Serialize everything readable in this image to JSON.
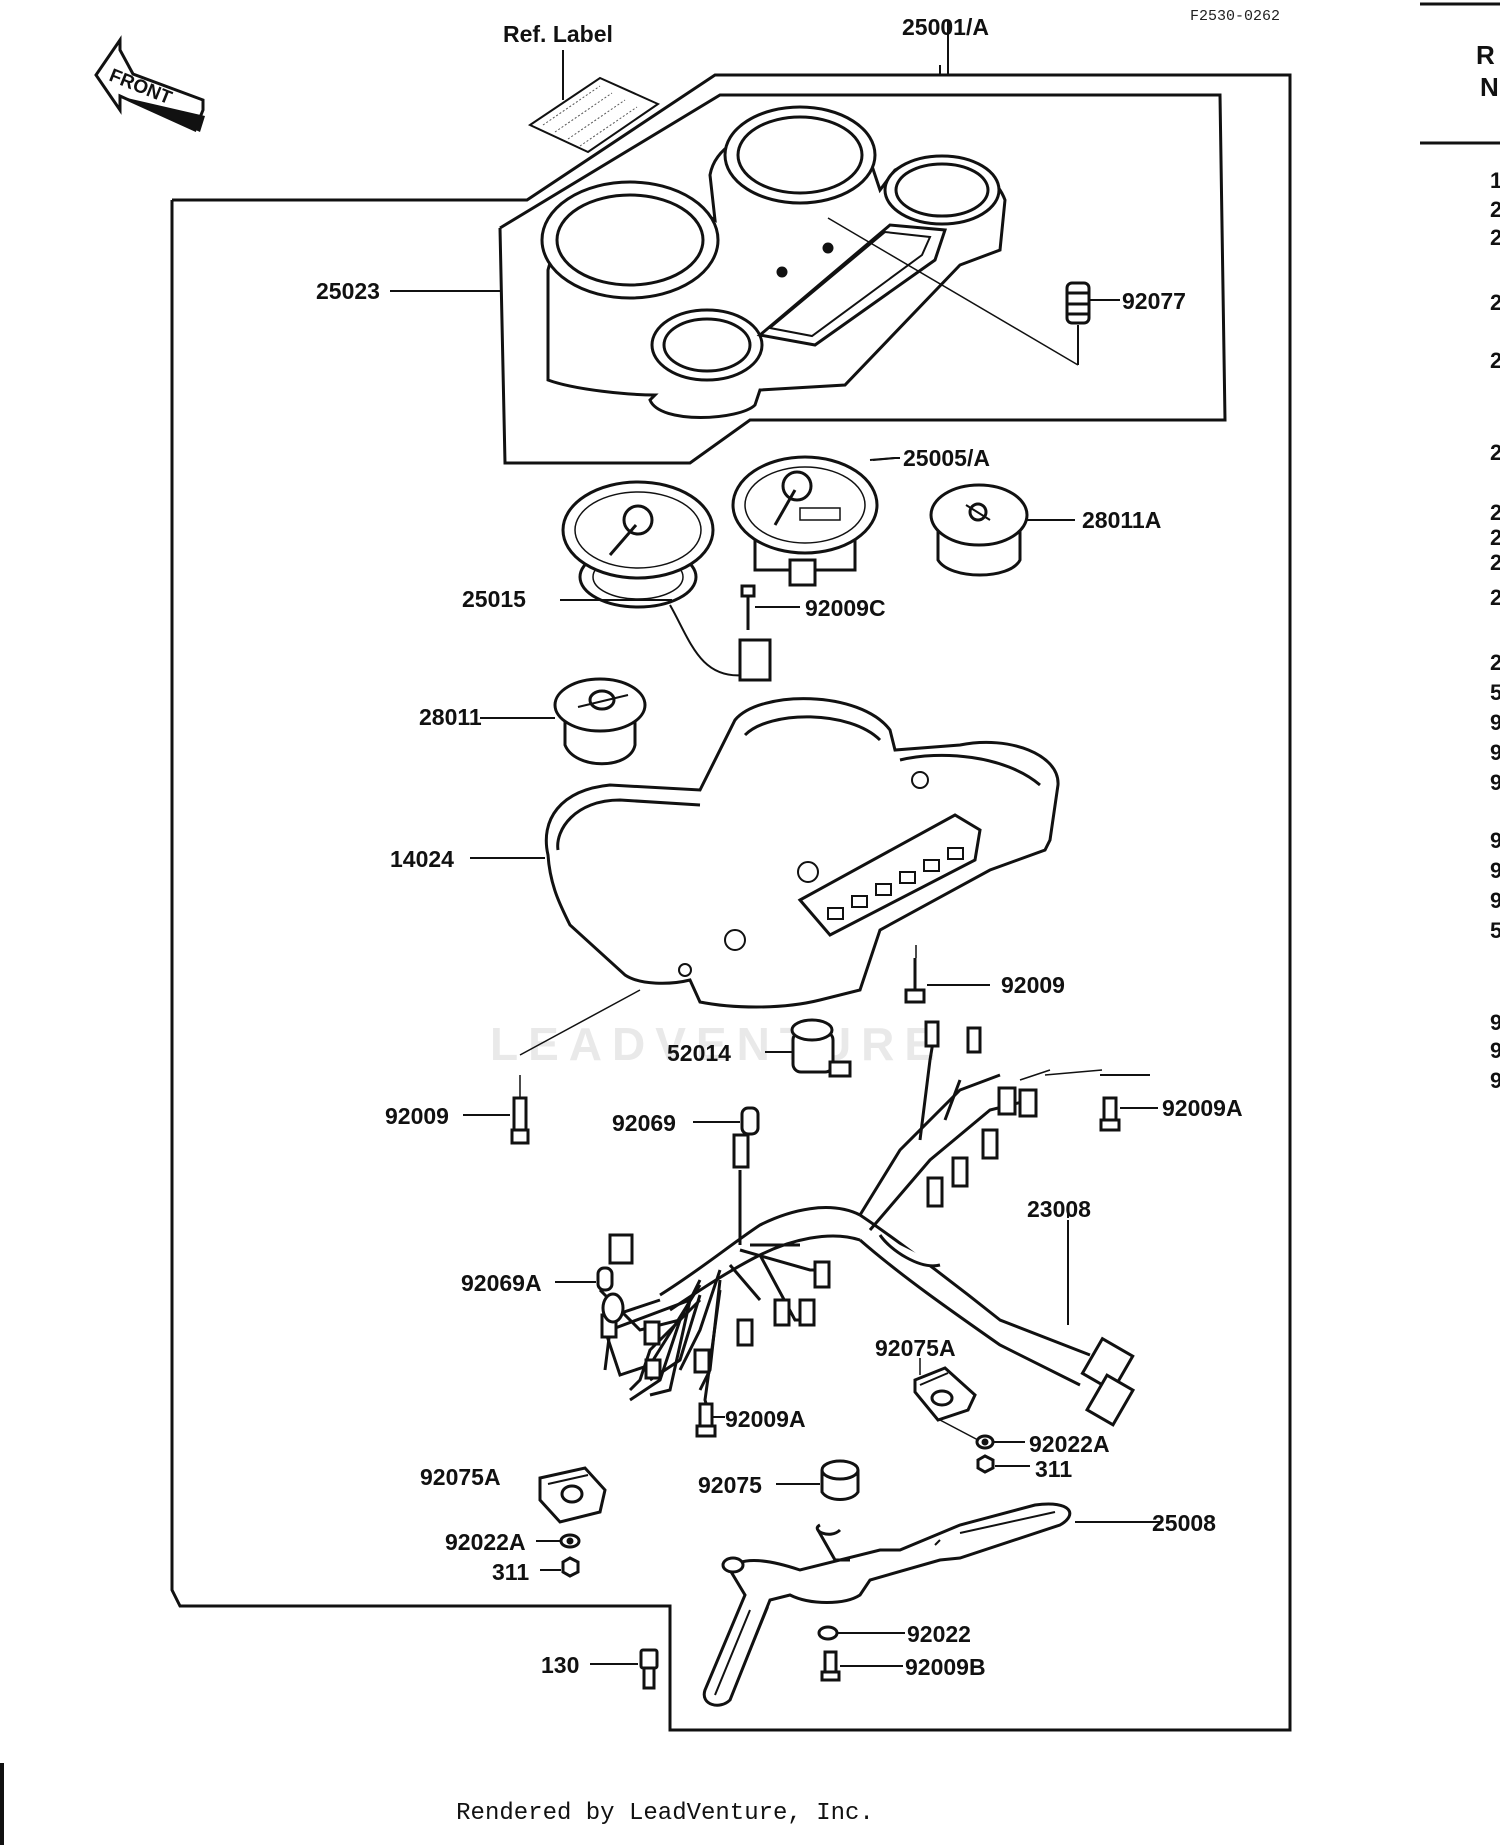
{
  "diagram": {
    "code": "F2530-0262",
    "front_label": "FRONT",
    "watermark": "LEADVENTURE",
    "footer": "Rendered by LeadVenture, Inc.",
    "header_stub": [
      "R",
      "N"
    ],
    "row_stub": [
      "1",
      "2",
      "2",
      "2",
      "2",
      "2",
      "2",
      "2",
      "2",
      "2",
      "2",
      "5",
      "9",
      "9",
      "9",
      "9",
      "9",
      "9",
      "5",
      "9",
      "9",
      "9"
    ],
    "labels": {
      "ref_label": "Ref. Label",
      "p25001A": "25001/A",
      "p25023": "25023",
      "p92077": "92077",
      "p25005A": "25005/A",
      "p28011A": "28011A",
      "p25015": "25015",
      "p92009C": "92009C",
      "p28011": "28011",
      "p14024": "14024",
      "p92009_upper": "92009",
      "p52014": "52014",
      "p92009_lower": "92009",
      "p92069": "92069",
      "p92009A_right": "92009A",
      "p23008": "23008",
      "p92069A": "92069A",
      "p92075A_upper": "92075A",
      "p92009A_lower": "92009A",
      "p92022A_right": "92022A",
      "p311_right": "311",
      "p92075A_lower": "92075A",
      "p92075": "92075",
      "p25008": "25008",
      "p92022A_left": "92022A",
      "p311_left": "311",
      "p92022": "92022",
      "p130": "130",
      "p92009B": "92009B"
    }
  }
}
